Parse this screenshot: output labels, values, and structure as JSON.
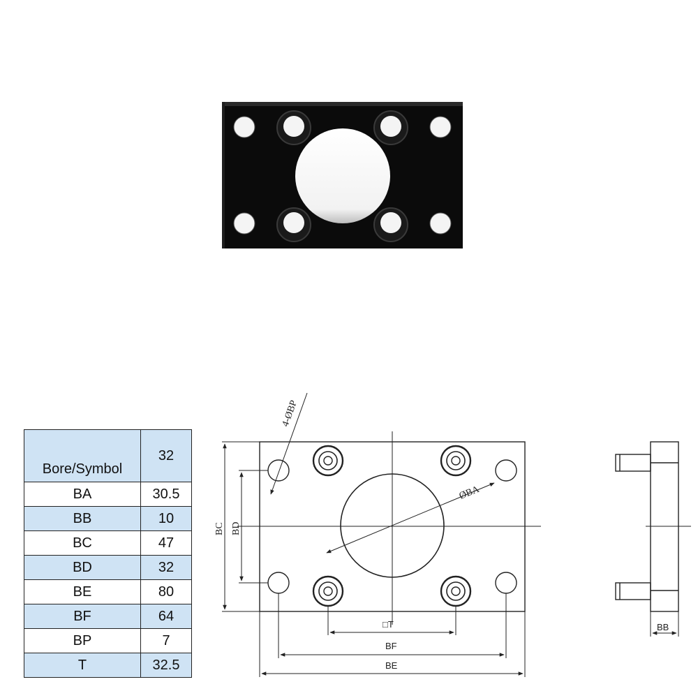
{
  "table": {
    "header_symbol": "Bore/Symbol",
    "header_value": "32",
    "rows": [
      {
        "symbol": "BA",
        "value": "30.5"
      },
      {
        "symbol": "BB",
        "value": "10"
      },
      {
        "symbol": "BC",
        "value": "47"
      },
      {
        "symbol": "BD",
        "value": "32"
      },
      {
        "symbol": "BE",
        "value": "80"
      },
      {
        "symbol": "BF",
        "value": "64"
      },
      {
        "symbol": "BP",
        "value": "7"
      },
      {
        "symbol": "T",
        "value": "32.5"
      }
    ]
  },
  "drawing": {
    "labels": {
      "hole_callout": "4-ØBP",
      "bore": "ØBA",
      "bc": "BC",
      "bd": "BD",
      "square": "□T",
      "bf": "BF",
      "be": "BE",
      "bb": "BB"
    }
  },
  "colors": {
    "plate": "#0b0b0b",
    "table_shade": "#cfe3f4",
    "line": "#222222"
  }
}
